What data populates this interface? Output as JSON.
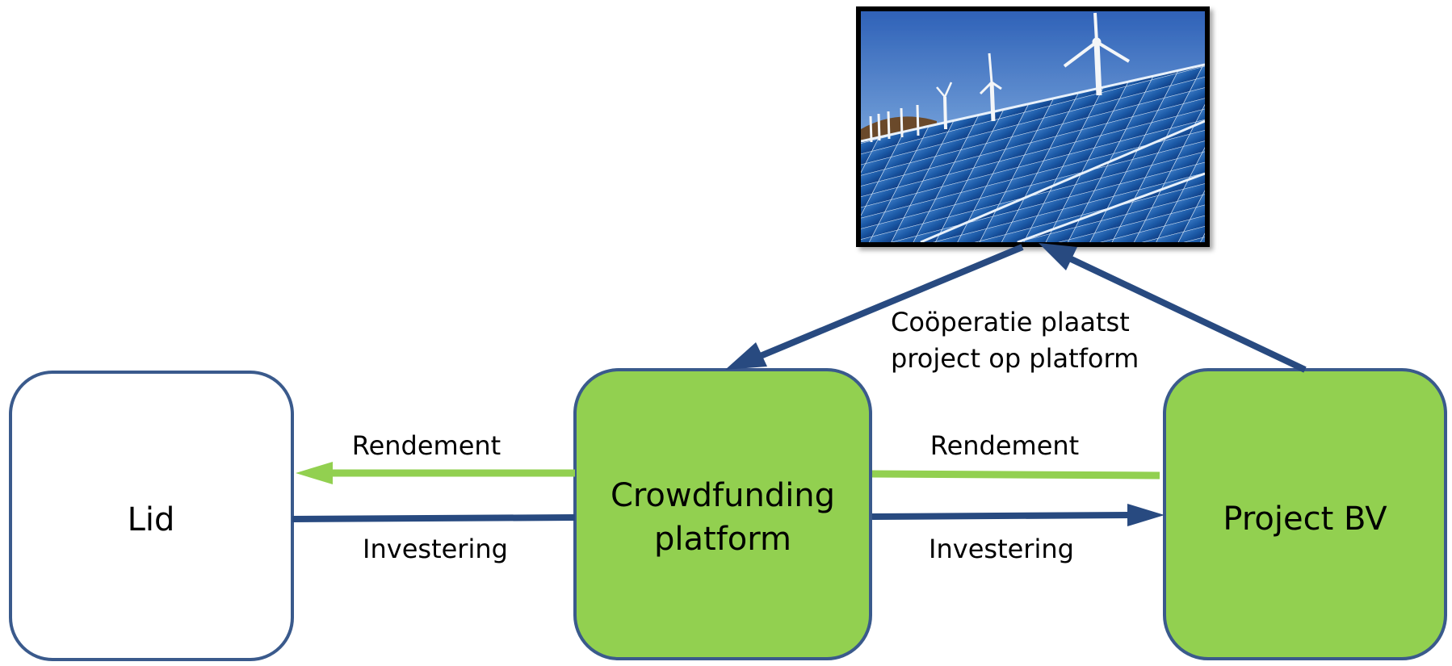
{
  "colors": {
    "navy": "#284a80",
    "green": "#92d050",
    "box_border": "#3a5a8c",
    "frame": "#000000"
  },
  "nodes": {
    "lid": "Lid",
    "crowdfunding_line1": "Crowdfunding",
    "crowdfunding_line2": "platform",
    "project": "Project BV"
  },
  "edges": {
    "left_rendement": "Rendement",
    "left_investering": "Investering",
    "right_rendement": "Rendement",
    "right_investering": "Investering",
    "coop_line1": "Coöperatie plaatst",
    "coop_line2": "project op platform"
  },
  "image": {
    "subject": "solar-panels-and-wind-turbines"
  }
}
